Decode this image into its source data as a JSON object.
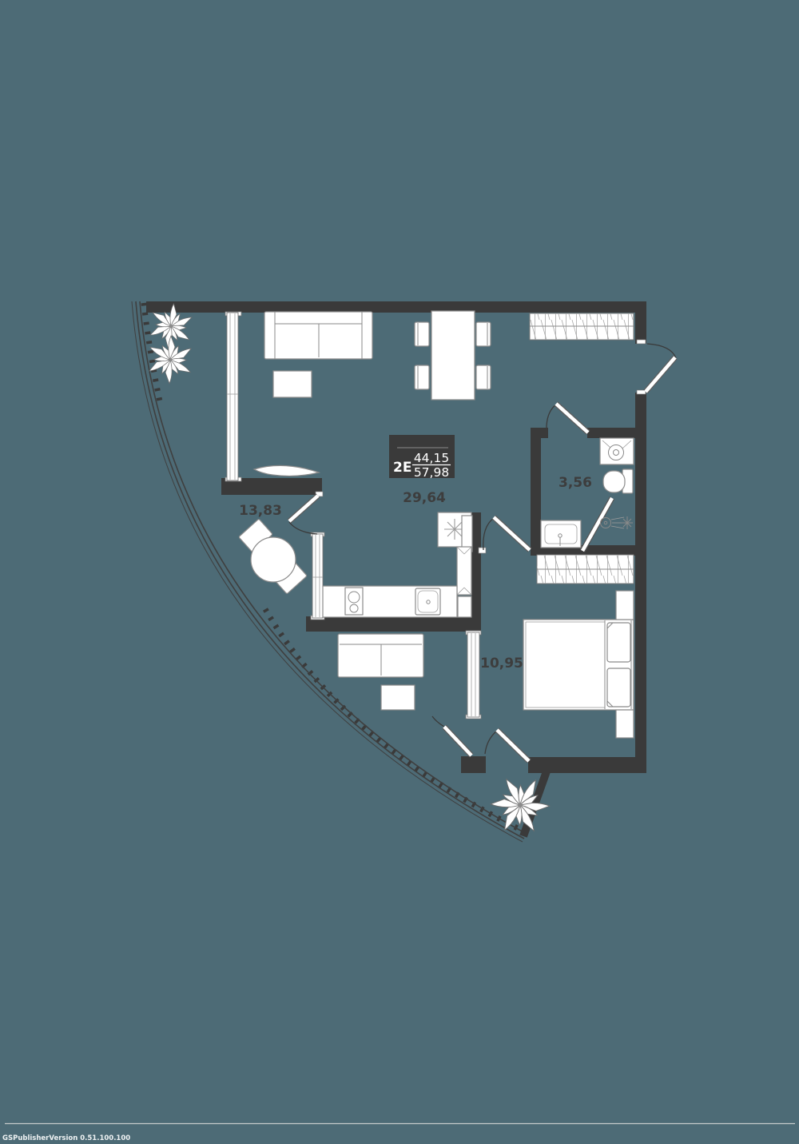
{
  "plan": {
    "unit": {
      "code": "2E",
      "area_top": "44,15",
      "area_bottom": "57,98"
    },
    "rooms": [
      {
        "name": "terrace",
        "area": "13,83"
      },
      {
        "name": "living-kitchen",
        "area": "29,64"
      },
      {
        "name": "bathroom",
        "area": "3,56"
      },
      {
        "name": "bedroom",
        "area": "10,95"
      }
    ],
    "footer_text": "GSPublisherVersion 0.51.100.100",
    "colors": {
      "background": "#4d6b76",
      "walls": "#3a3a3a",
      "furniture_outline": "#8a8a8a",
      "room_label_text": "#3d3d3d",
      "unit_box_bg": "#3a3a3a",
      "unit_box_text": "#ffffff"
    }
  }
}
